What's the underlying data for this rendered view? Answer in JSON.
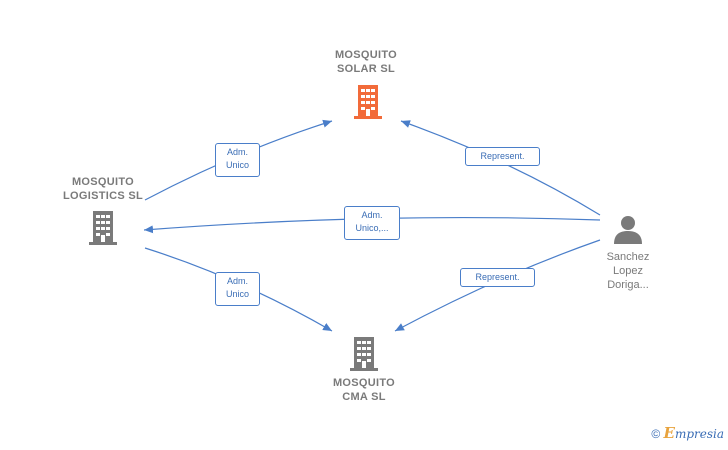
{
  "nodes": {
    "solar": {
      "label": "MOSQUITO\nSOLAR  SL",
      "color": "#f26b3a"
    },
    "logistics": {
      "label": "MOSQUITO\nLOGISTICS  SL",
      "color": "#7a7a7a"
    },
    "cma": {
      "label": "MOSQUITO\nCMA  SL",
      "color": "#7a7a7a"
    },
    "person": {
      "label": "Sanchez\nLopez\nDoriga..."
    }
  },
  "edges": {
    "logistics_to_solar": "Adm.\nUnico",
    "person_to_solar": "Represent.",
    "person_to_logistics": "Adm.\nUnico,...",
    "logistics_to_cma": "Adm.\nUnico",
    "person_to_cma": "Represent."
  },
  "colors": {
    "edge": "#4a7ec9",
    "person_icon": "#7a7a7a"
  },
  "footer": {
    "copyright": "©",
    "brand_first": "E",
    "brand_rest": "mpresia"
  }
}
